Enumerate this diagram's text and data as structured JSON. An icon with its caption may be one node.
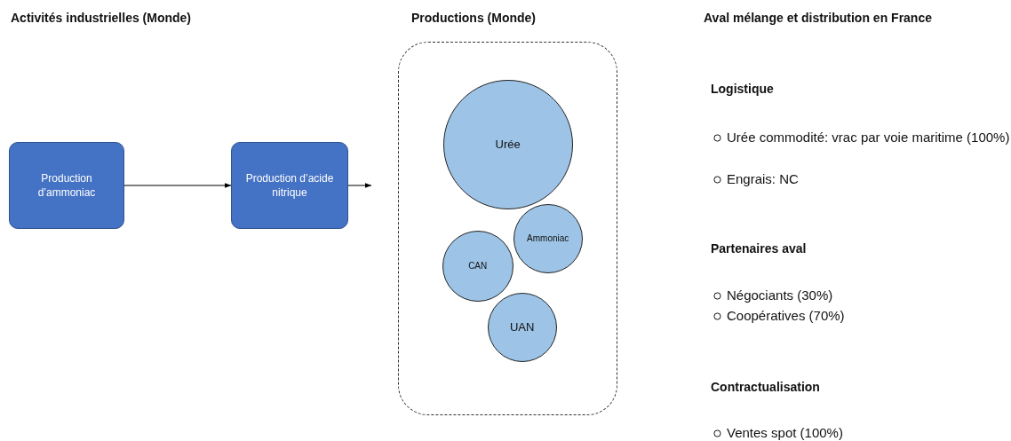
{
  "diagram": {
    "nodes": [
      {
        "text": [
          "Production d’ammoniac"
        ]
      },
      {
        "text": [
          "Production d’acide nitrique"
        ]
      },
      {
        "text": [],
        "shape": "box"
      },
      {
        "text": [
          "Urée"
        ],
        "in": 2
      },
      {
        "text": [
          "Ammoniac"
        ],
        "in": 2
      },
      {
        "text": [
          "CAN"
        ],
        "in": 2
      },
      {
        "text": [
          "UAN"
        ],
        "in": 2
      }
    ],
    "edges": [
      {
        "from": 0,
        "to": 1,
        "arrow": "to"
      },
      {
        "from": 1,
        "to": null,
        "arrow": "to"
      }
    ],
    "labels": [
      "Activités industrielles (Monde)",
      "Productions (Monde)",
      "Aval mélange et distribution en France",
      "Logistique",
      "Urée commodité: vrac par voie maritime (100%)",
      "Engrais: NC",
      "Partenaires aval",
      "Négociants (30%)",
      "Coopératives (70%)",
      "Contractualisation",
      "Ventes spot (100%)"
    ]
  }
}
